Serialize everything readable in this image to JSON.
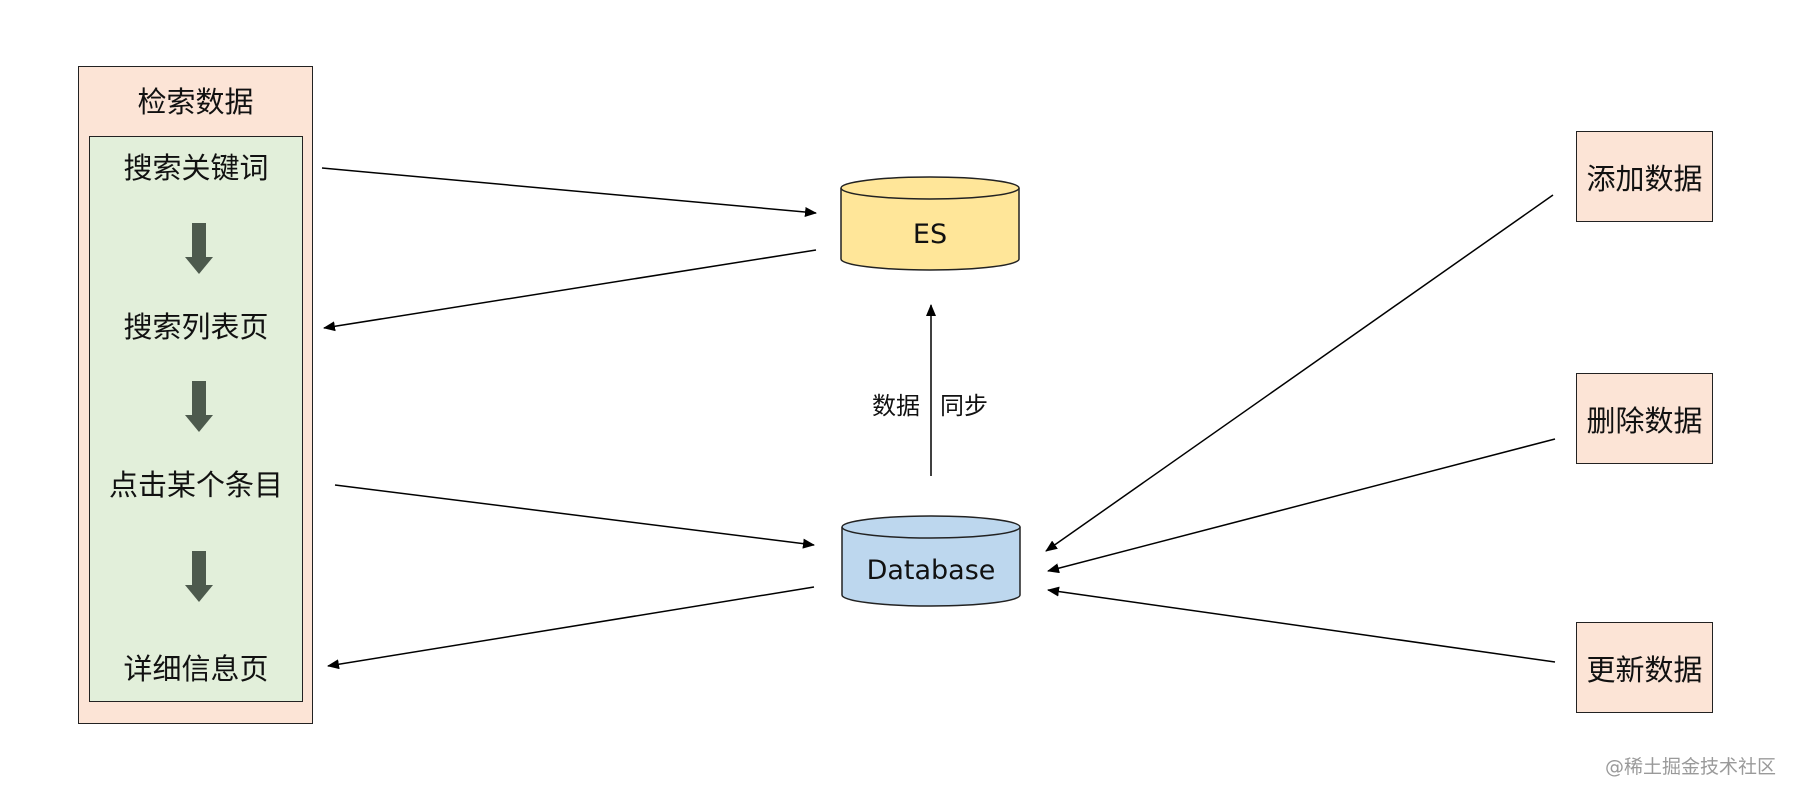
{
  "left_panel": {
    "title": "检索数据",
    "steps": [
      "搜索关键词",
      "搜索列表页",
      "点击某个条目",
      "详细信息页"
    ]
  },
  "stores": {
    "es": {
      "label": "ES",
      "fill": "#ffe699"
    },
    "database": {
      "label": "Database",
      "fill": "#bdd7ee"
    }
  },
  "sync": {
    "left": "数据",
    "right": "同步"
  },
  "operations": [
    "添加数据",
    "删除数据",
    "更新数据"
  ],
  "colors": {
    "outer_panel": "#fce4d6",
    "inner_panel": "#e2efda",
    "step_arrow": "#4d5a4d",
    "line": "#000000"
  },
  "watermark": "@稀土掘金技术社区"
}
